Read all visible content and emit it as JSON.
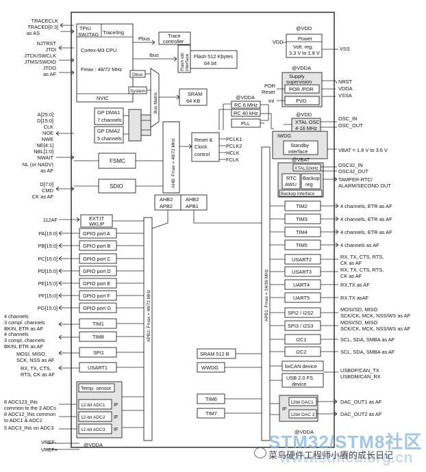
{
  "left_signals": {
    "trace": [
      "TRACECLK",
      "TRACED[0:3]",
      "as AS"
    ],
    "jtag": [
      "NJTRST",
      "JTDI",
      "JTCK/SWCLK",
      "JTMS/SWDIO",
      "JTDO",
      "as AF"
    ],
    "fsmc": [
      "A[25:0]",
      "D[15:0]",
      "CLK",
      "NOE",
      "NWE",
      "NE[4:1]",
      "NBL[1:0]",
      "NWAIT",
      "NL (or NADV)",
      "as AF"
    ],
    "sdio": [
      "D[7:0]",
      "CMD",
      "CK as AF"
    ],
    "exti": "112AF",
    "gpio_pins": [
      "PA[15:0]",
      "PB[15:0]",
      "PC[15:0]",
      "PD[15:0]",
      "PE[15:0]",
      "PF[15:0]",
      "PG[15:0]"
    ],
    "tim1": [
      "4 channels",
      "3 compl. channels",
      "BKIN, ETR as AF"
    ],
    "tim8": [
      "4 channels",
      "3 compl. channels",
      "BKIN, ETR as AF"
    ],
    "spi1": [
      "MOSI, MISO,",
      "SCK, NSS as AF"
    ],
    "usart1": [
      "RX, TX, CTS,",
      "RTS, CK as AF"
    ],
    "adc": [
      "8 ADC123_INs",
      "common to the 3 ADCs",
      "8 ADC12_INs common",
      "to ADC1 & ADC2",
      "5 ADC3_INs on ADC3"
    ],
    "vref": [
      "VREF-",
      "VREF+"
    ],
    "vdda_bottom": "@VDDA"
  },
  "core": {
    "tpiu": "TPIU",
    "swjtag": "SWJTAG",
    "trace_trig": "Trace/trig",
    "cpu": "Cortex-M3 CPU",
    "fmax": "Fmax : 48/72 MHz",
    "nvic": "NVIC",
    "ibus": "Ibus",
    "dbus": "Dbus",
    "system": "System",
    "pbus": "Pbus",
    "trace_controller": [
      "Trace",
      "controller"
    ],
    "flash_obl": [
      "Flash obl",
      "interface"
    ],
    "flash": [
      "Flash 512 Kbytes",
      "64 bit"
    ],
    "sram": [
      "SRAM",
      "64 KB"
    ],
    "bus_matrix": "Bus Matrix",
    "dma1": [
      "GP DMA1",
      "7 channels"
    ],
    "dma2": [
      "GP DMA2",
      "5 channels"
    ],
    "fsmc": "FSMC",
    "sdio": "SDIO",
    "ahb_label": "AHB: Fmax = 48/72 MHz",
    "ahb2apb2": [
      "AHB2",
      "APB2"
    ],
    "ahb2apb1": [
      "AHB2",
      "APB1"
    ],
    "apb2_label": "APB2: Fmax = 48/72 MHz",
    "apb1_label": "APB1: Fmax = 24/36 MHz"
  },
  "apb2_blocks": {
    "ext_it": [
      "EXT.IT",
      "WKUP"
    ],
    "gpio": [
      "GPIO port A",
      "GPIO port B",
      "GPIO port C",
      "GPIO port D",
      "GPIO port E",
      "GPIO port F",
      "GPIO port G"
    ],
    "tim1": "TIM1",
    "tim8": "TIM8",
    "spi1": "SPI1",
    "usart1": "USART1",
    "temp_sensor": "Temp. sensor",
    "adcs": [
      "12-bit ADC1",
      "12-bit ADC2",
      "12-bit ADC3"
    ],
    "if": "IF"
  },
  "power": {
    "vdd_top": "@VDD",
    "vdd": "VDD",
    "power_title": "Power",
    "regulator": [
      "Volt. reg.",
      "3.3 V to 1.8 V"
    ],
    "vss": "VSS",
    "vdda": "@VDDA",
    "supply": [
      "Supply",
      "supervision"
    ],
    "por": "POR",
    "reset": "Reset",
    "int": "Int",
    "por_pdr": "POR /PDR",
    "pvd": "PVD",
    "supply_pins": [
      "NRST",
      "VDDA",
      "VSSA"
    ]
  },
  "clocks": {
    "vdda": "@VDDA",
    "rc8": "RC 8 MHz",
    "rc40": "RC 40 kHz",
    "pll": "PLL",
    "vdd": "@VDD",
    "xtal": [
      "XTAL OSC",
      "4-16 MHz"
    ],
    "osc_pins": [
      "OSC_IN",
      "OSC_OUT"
    ],
    "reset_clock": [
      "Reset &",
      "Clock",
      "control"
    ],
    "outputs": [
      "PCLK1",
      "PCLK2",
      "HCLK",
      "FCLK"
    ],
    "iwdg": "IWDG",
    "standby": [
      "Standby",
      "interface"
    ],
    "vbat_label": "@VBAT",
    "vbat_range": "VBAT = 1.8 V to 3.6 V",
    "xtal32": "XTAL32kHz",
    "osc32_pins": [
      "OSC32_IN",
      "OSC32_OUT"
    ],
    "rtc": [
      "RTC",
      "AWU"
    ],
    "backup_reg": [
      "Backup",
      "reg"
    ],
    "tamper": [
      "TAMPER-RTC/",
      "ALARM/SECOND OUT"
    ],
    "backup_interface": "Backup interface"
  },
  "apb1_blocks": {
    "timers": [
      "TIM2",
      "TIM3",
      "TIM4",
      "TIM5"
    ],
    "usart2": "USART2",
    "usart3": "USART3",
    "uart4": "UART4",
    "uart5": "UART5",
    "spi2": "SPI2 / I2S2",
    "spi3": "SPI3 / I2S3",
    "i2c1": "I2C1",
    "i2c2": "I2C2",
    "sram512": "SRAM 512 B",
    "wwdg": "WWDG",
    "bxcan": "bxCAN device",
    "usb": [
      "USB 2.0 FS",
      "device"
    ],
    "tim6": "TIM6",
    "tim7": "TIM7",
    "if": "IF",
    "dac1": "12bit DAC1",
    "dac2": "12bit DAC 2",
    "vdda_bottom": "@VDDA"
  },
  "right_signals": {
    "timers": [
      "4 channels, ETR as AF",
      "4 channels, ETR as AF",
      "4 channels, ETR as AF",
      "4 channels as AF"
    ],
    "usart2": [
      "RX, TX, CTS, RTS,",
      "CK as AF"
    ],
    "usart3": [
      "RX, TX, CTS, RTS,",
      "CK as AF"
    ],
    "uart4": "RX,TX as AF",
    "uart5": "RX,TX asAF",
    "spi2": [
      "MOSI/SD, MISO",
      "SCK/CK, MCK, NSS/WS as AF"
    ],
    "spi3": [
      "MOSI/SD, MISO",
      "SCK/CK, MCK, NSS/WS as AF"
    ],
    "i2c1": "SCL, SDA, SMBA as AF",
    "i2c2": "SCL, SDA, SMBA as AF",
    "can": [
      "USBDP/CAN_TX",
      "USBDM/CAN_RX"
    ],
    "dac1": "DAC_OUT1 as AF",
    "dac2": "DAC_OUT2 as AF"
  },
  "watermark": {
    "main": "STM32/STM8社区",
    "sub": "菜鸟硬件工程师小赓的成长日记",
    "url": "www.stmcu.org.cn"
  },
  "colors": {
    "line": "#222222",
    "fill_gray": "#e4e4e4",
    "watermark": "#7fb4dc"
  }
}
